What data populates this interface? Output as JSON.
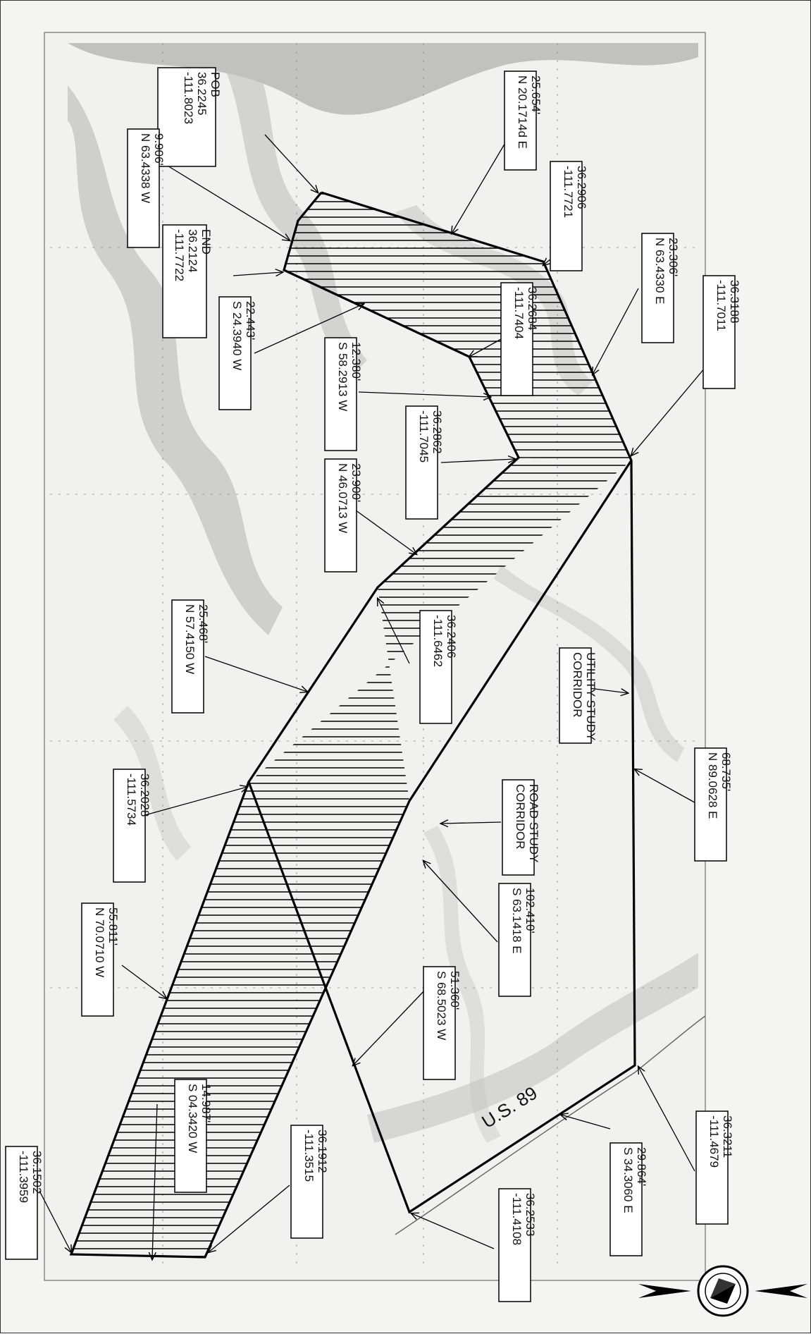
{
  "map": {
    "road_label": "U.S. 89",
    "line_color": "#000000",
    "terrain_color": "#9a9a9a",
    "callouts": [
      {
        "id": "pob",
        "lines": [
          "POB",
          "36.2245",
          "-111.8023"
        ]
      },
      {
        "id": "c-25-654",
        "lines": [
          "25.654'",
          "N 20.1714d E"
        ]
      },
      {
        "id": "c-36-2906",
        "lines": [
          "36.2906",
          "-111.7721"
        ]
      },
      {
        "id": "c-9-906",
        "lines": [
          "9.906'",
          "N 63.4338 W"
        ]
      },
      {
        "id": "end",
        "lines": [
          "END",
          "36.2124",
          "-111.7722"
        ]
      },
      {
        "id": "c-23-306",
        "lines": [
          "23.306'",
          "N 63.4330 E"
        ]
      },
      {
        "id": "c-36-3188",
        "lines": [
          "36.3188",
          "-111.7011"
        ]
      },
      {
        "id": "c-22-443",
        "lines": [
          "22.443'",
          "S 24.3940 W"
        ]
      },
      {
        "id": "c-36-2684",
        "lines": [
          "36.2684",
          "-111.7404"
        ]
      },
      {
        "id": "c-12-380",
        "lines": [
          "12.380'",
          "S 58.2913 W"
        ]
      },
      {
        "id": "c-36-2862",
        "lines": [
          "36.2862",
          "-111.7045"
        ]
      },
      {
        "id": "c-23-900",
        "lines": [
          "23.900'",
          "N 46.0713 W"
        ]
      },
      {
        "id": "c-25-468",
        "lines": [
          "25.468'",
          "N 57.4150 W"
        ]
      },
      {
        "id": "c-36-2406",
        "lines": [
          "36.2406",
          "-111.6462"
        ]
      },
      {
        "id": "utility",
        "lines": [
          "UTILITY STUDY",
          "CORRIDOR"
        ]
      },
      {
        "id": "c-68-735",
        "lines": [
          "68.735'",
          "N 89.0628 E"
        ]
      },
      {
        "id": "c-36-2028",
        "lines": [
          "36.2028",
          "-111.5734"
        ]
      },
      {
        "id": "road",
        "lines": [
          "ROAD STUDY",
          "CORRIDOR"
        ]
      },
      {
        "id": "c-102-410",
        "lines": [
          "102.410'",
          "S 63.1418 E"
        ]
      },
      {
        "id": "c-55-811",
        "lines": [
          "55.811'",
          "N 70.0710 W"
        ]
      },
      {
        "id": "c-51-360",
        "lines": [
          "51.360'",
          "S 68.5023 W"
        ]
      },
      {
        "id": "c-14-987",
        "lines": [
          "14.987'",
          "S 04.3420 W"
        ]
      },
      {
        "id": "c-36-1912",
        "lines": [
          "36.1912",
          "-111.3515"
        ]
      },
      {
        "id": "c-36-3211",
        "lines": [
          "36.3211",
          "-111.4679"
        ]
      },
      {
        "id": "c-29-864",
        "lines": [
          "29.864'",
          "S 34.3060 E"
        ]
      },
      {
        "id": "c-36-2533",
        "lines": [
          "36.2533",
          "-111.4108"
        ]
      },
      {
        "id": "c-36-1502",
        "lines": [
          "36.1502",
          "-111.3959"
        ]
      }
    ]
  }
}
